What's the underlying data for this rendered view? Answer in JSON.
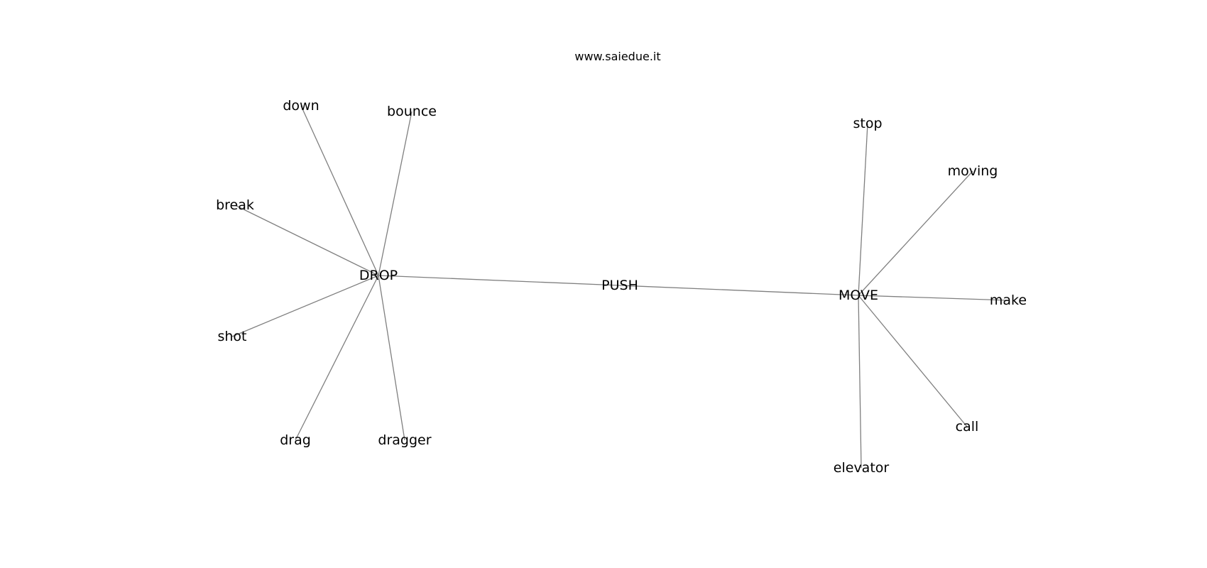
{
  "header": {
    "site": "www.saiedue.it"
  },
  "graph": {
    "nodes": [
      {
        "id": "DROP",
        "label": "DROP"
      },
      {
        "id": "PUSH",
        "label": "PUSH"
      },
      {
        "id": "MOVE",
        "label": "MOVE"
      },
      {
        "id": "down",
        "label": "down"
      },
      {
        "id": "bounce",
        "label": "bounce"
      },
      {
        "id": "break",
        "label": "break"
      },
      {
        "id": "shot",
        "label": "shot"
      },
      {
        "id": "drag",
        "label": "drag"
      },
      {
        "id": "dragger",
        "label": "dragger"
      },
      {
        "id": "stop",
        "label": "stop"
      },
      {
        "id": "moving",
        "label": "moving"
      },
      {
        "id": "make",
        "label": "make"
      },
      {
        "id": "call",
        "label": "call"
      },
      {
        "id": "elevator",
        "label": "elevator"
      }
    ],
    "edges": [
      [
        "DROP",
        "PUSH"
      ],
      [
        "PUSH",
        "MOVE"
      ],
      [
        "DROP",
        "down"
      ],
      [
        "DROP",
        "bounce"
      ],
      [
        "DROP",
        "break"
      ],
      [
        "DROP",
        "shot"
      ],
      [
        "DROP",
        "drag"
      ],
      [
        "DROP",
        "dragger"
      ],
      [
        "MOVE",
        "stop"
      ],
      [
        "MOVE",
        "moving"
      ],
      [
        "MOVE",
        "make"
      ],
      [
        "MOVE",
        "call"
      ],
      [
        "MOVE",
        "elevator"
      ]
    ],
    "edge_color": "#7f7f7f",
    "label_color": "#000000"
  }
}
